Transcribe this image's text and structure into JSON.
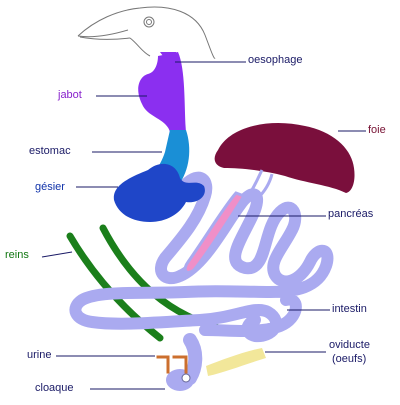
{
  "labels": {
    "oesophage": {
      "text": "oesophage",
      "color": "#1a1a66"
    },
    "jabot": {
      "text": "jabot",
      "color": "#8822cc"
    },
    "foie": {
      "text": "foie",
      "color": "#771133"
    },
    "estomac": {
      "text": "estomac",
      "color": "#1a1a66"
    },
    "gesier": {
      "text": "gésier",
      "color": "#1133aa"
    },
    "pancreas": {
      "text": "pancréas",
      "color": "#1a1a66"
    },
    "reins": {
      "text": "reins",
      "color": "#117711"
    },
    "intestin": {
      "text": "intestin",
      "color": "#1a1a66"
    },
    "oviducte_line1": {
      "text": "oviducte",
      "color": "#1a1a66"
    },
    "oviducte_line2": {
      "text": "(oeufs)",
      "color": "#1a1a66"
    },
    "urine": {
      "text": "urine",
      "color": "#1a1a66"
    },
    "cloaque": {
      "text": "cloaque",
      "color": "#1a1a66"
    }
  },
  "organ_colors": {
    "oesophagus": "#8b2ff0",
    "crop": "#8b2ff0",
    "stomach": "#1a8fd6",
    "gizzard": "#1f46c8",
    "liver": "#7a0f3c",
    "pancreas": "#f08fc8",
    "kidneys": "#1b7f1b",
    "intestine": "#aaaaf0",
    "oviduct": "#f2e79a",
    "urine_duct": "#cc6f2e",
    "leader_lines": "#1a1a66"
  }
}
